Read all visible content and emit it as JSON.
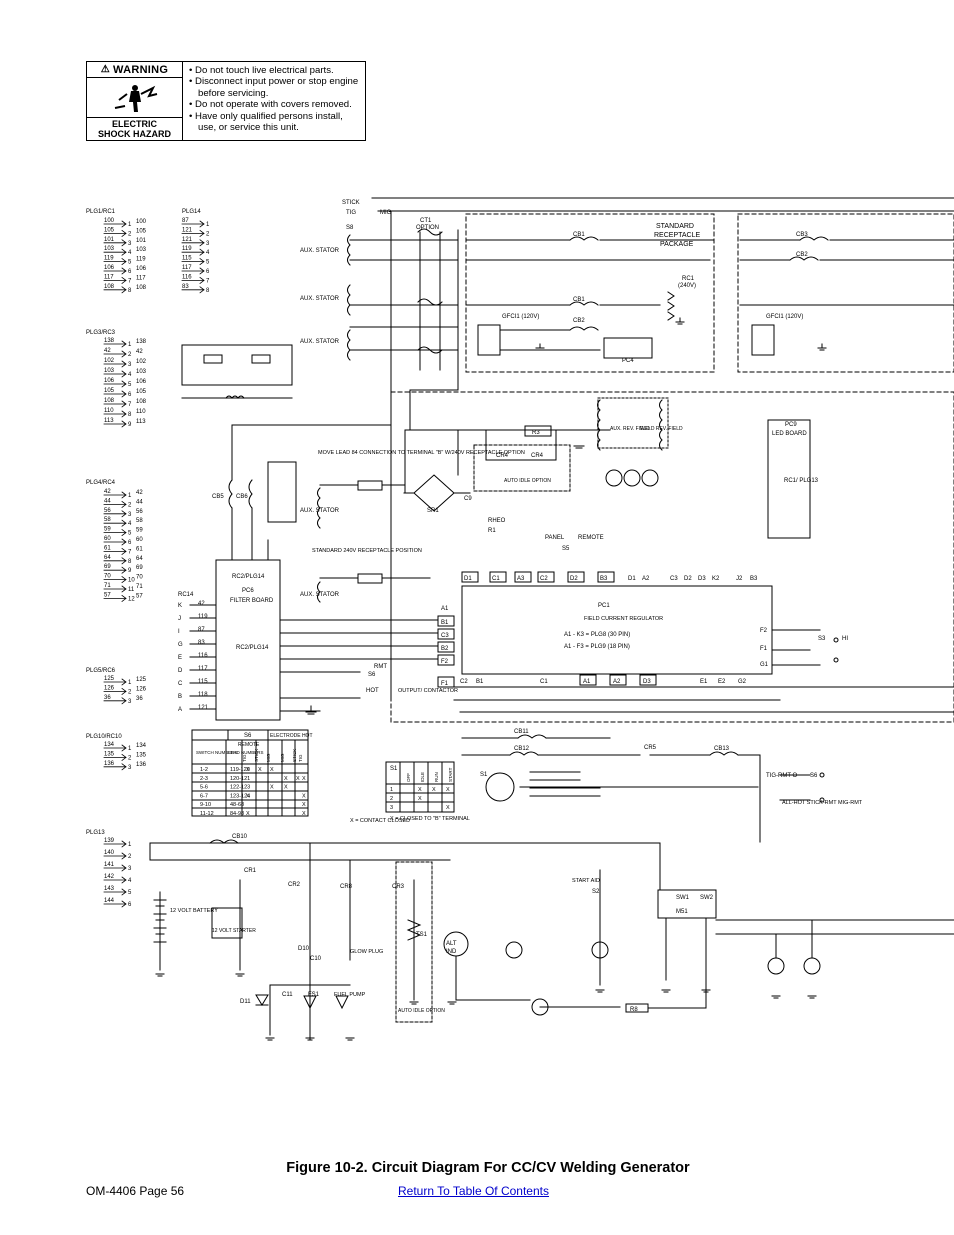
{
  "warning": {
    "header": "WARNING",
    "hazard_line1": "ELECTRIC",
    "hazard_line2": "SHOCK HAZARD",
    "bullets": [
      "• Do not touch live electrical parts.",
      "• Disconnect input power or stop engine before servicing.",
      "• Do not operate with covers removed.",
      "• Have only qualified persons install, use, or service this unit."
    ]
  },
  "diagram": {
    "plug_headers": [
      "PLG1/RC1",
      "PLG14",
      "PLG3/RC3",
      "PLG4/RC4",
      "PLG5/RC6",
      "PLG10/RC10",
      "PLG13",
      "RC14"
    ],
    "plg1_wires": [
      "100",
      "105",
      "101",
      "103",
      "119",
      "106",
      "117",
      "108"
    ],
    "plg14_wires": [
      "87",
      "121",
      "121",
      "119",
      "115",
      "117",
      "116",
      "83"
    ],
    "plg3_wires": [
      "138",
      "42",
      "102",
      "103",
      "106",
      "105",
      "108",
      "110",
      "113"
    ],
    "plg4_wires": [
      "42",
      "44",
      "56",
      "58",
      "59",
      "60",
      "61",
      "64",
      "69",
      "70",
      "71",
      "57"
    ],
    "plg5_wires": [
      "125",
      "126",
      "36"
    ],
    "plg10_wires": [
      "134",
      "135",
      "136"
    ],
    "plg13_wires": [
      "139",
      "140",
      "141",
      "142",
      "143",
      "144"
    ],
    "rc14_pins": [
      "K",
      "J",
      "I",
      "G",
      "E",
      "D",
      "C",
      "B",
      "A"
    ],
    "rc14_wires": [
      "42",
      "119",
      "87",
      "83",
      "116",
      "117",
      "115",
      "118",
      "121"
    ],
    "labels": {
      "stick": "STICK",
      "tig": "TIG",
      "mig": "MIG",
      "s8": "S8",
      "ct1": "CT1",
      "option": "OPTION",
      "aux_stator": "AUX. STATOR",
      "std_pkg_1": "STANDARD",
      "std_pkg_2": "RECEPTACLE",
      "std_pkg_3": "PACKAGE",
      "rc1": "RC1",
      "rc1_v": "(240V)",
      "gfci": "GFCI1 (120V)",
      "pc4": "PC4",
      "pc9": "PC9",
      "led_board": "LED BOARD",
      "rc1_plg13": "RC1/ PLG13",
      "aux_rev_field": "AUX. REV. FIELD",
      "weld_rev_field": "WELD REV. FIELD",
      "sr1": "SR1",
      "c9": "C9",
      "cr4": "CR4",
      "auto_idle": "AUTO IDLE OPTION",
      "r3": "R3",
      "rheo": "RHEO",
      "r1": "R1",
      "panel": "PANEL",
      "remote": "REMOTE",
      "s5": "S5",
      "move_lead": "MOVE LEAD 84 CONNECTION TO TERMINAL \"B\" W/240V RECEPTACLE OPTION",
      "std_240": "STANDARD 240V RECEPTACLE POSITION",
      "pc6": "PC6",
      "filter_board": "FILTER BOARD",
      "rc2_plg14": "RC2/PLG14",
      "pc1": "PC1",
      "fcr": "FIELD CURRENT REGULATOR",
      "a1k3": "A1  -  K3  =  PLG8  (30 PIN)",
      "a1f3": "A1  -  F3  =  PLG9  (18 PIN)",
      "s6": "S6",
      "output_contactor": "OUTPUT/ CONTACTOR",
      "hot": "HOT",
      "rmt": "RMT",
      "s3": "S3",
      "hi": "HI",
      "cb1": "CB1",
      "cb2": "CB2",
      "cb3": "CB3",
      "cb5": "CB5",
      "cb6": "CB6",
      "cb10": "CB10",
      "cb11": "CB11",
      "cb12": "CB12",
      "cb13": "CB13",
      "cr5": "CR5",
      "tig_rmt": "TIG-RMT O",
      "all_hot": "ALL-HOT STICK-RMT MIG-RMT",
      "s1": "S1",
      "s2": "S2",
      "start_aid": "START AID",
      "m51": "M51",
      "sw1": "SW1",
      "sw2": "SW2",
      "battery": "12 VOLT BATTERY",
      "starter": "12 VOLT STARTER",
      "glow_plug": "GLOW PLUG",
      "fuel_pump": "FUEL PUMP",
      "ts1": "TS1",
      "alt": "ALT",
      "ind": "IND",
      "r8": "R8",
      "cr1": "CR1",
      "cr2": "CR2",
      "cr3": "CR3",
      "cr8": "CR8",
      "d10": "D10",
      "c10": "C10",
      "d11": "D11",
      "c11": "C11",
      "fs1": "FS1",
      "contact_closed": "X = CONTACT CLOSED",
      "closed_to_b": "X = CLOSED TO \"B\" TERMINAL"
    },
    "s6_table": {
      "title": "S6",
      "group_headers": [
        "REMOTE",
        "ELECTRODE HOT"
      ],
      "col_headers": [
        "SWITCH NUMBERS",
        "LEAD NUMBERS",
        "TIG",
        "STICK",
        "MIG",
        "MIG",
        "STICK",
        "TIG"
      ],
      "rows": [
        [
          "1-2",
          "119-120",
          "X",
          "X",
          "X",
          "",
          "",
          ""
        ],
        [
          "2-3",
          "120-121",
          "",
          "",
          "",
          "X",
          "X",
          "X"
        ],
        [
          "5-6",
          "122-123",
          "",
          "",
          "X",
          "X",
          "",
          ""
        ],
        [
          "6-7",
          "123-124",
          "X",
          "",
          "",
          "",
          "",
          "X"
        ],
        [
          "9-10",
          "48-68",
          "",
          "",
          "",
          "",
          "",
          "X"
        ],
        [
          "11-12",
          "84-98",
          "X",
          "",
          "",
          "",
          "",
          "X"
        ]
      ]
    },
    "s1_table": {
      "title": "S1",
      "col_headers": [
        "OFF",
        "IDLE",
        "RUN",
        "START"
      ],
      "rows": [
        [
          "1",
          "",
          "X",
          "X",
          "X"
        ],
        [
          "2",
          "",
          "X",
          "",
          ""
        ],
        [
          "3",
          "",
          "",
          "",
          "X"
        ]
      ]
    },
    "pc1_terminals_top": [
      "D1",
      "C1",
      "A3",
      "C2",
      "D2",
      "B3",
      "D1",
      "A2",
      "C3",
      "D2",
      "D3",
      "K2",
      "J2",
      "B3"
    ],
    "pc1_terminals_left": [
      "A1",
      "B1",
      "C3",
      "B2",
      "F2",
      "F1"
    ],
    "pc1_terminals_bottom": [
      "C2",
      "B1",
      "C1",
      "A1",
      "A2",
      "D3",
      "E1",
      "E2",
      "G2"
    ],
    "pc1_terminals_right": [
      "F2",
      "F1",
      "G1"
    ]
  },
  "caption": "Figure 10-2. Circuit Diagram For CC/CV Welding Generator",
  "footer": {
    "page": "OM-4406 Page 56",
    "link": "Return To Table Of Contents"
  }
}
